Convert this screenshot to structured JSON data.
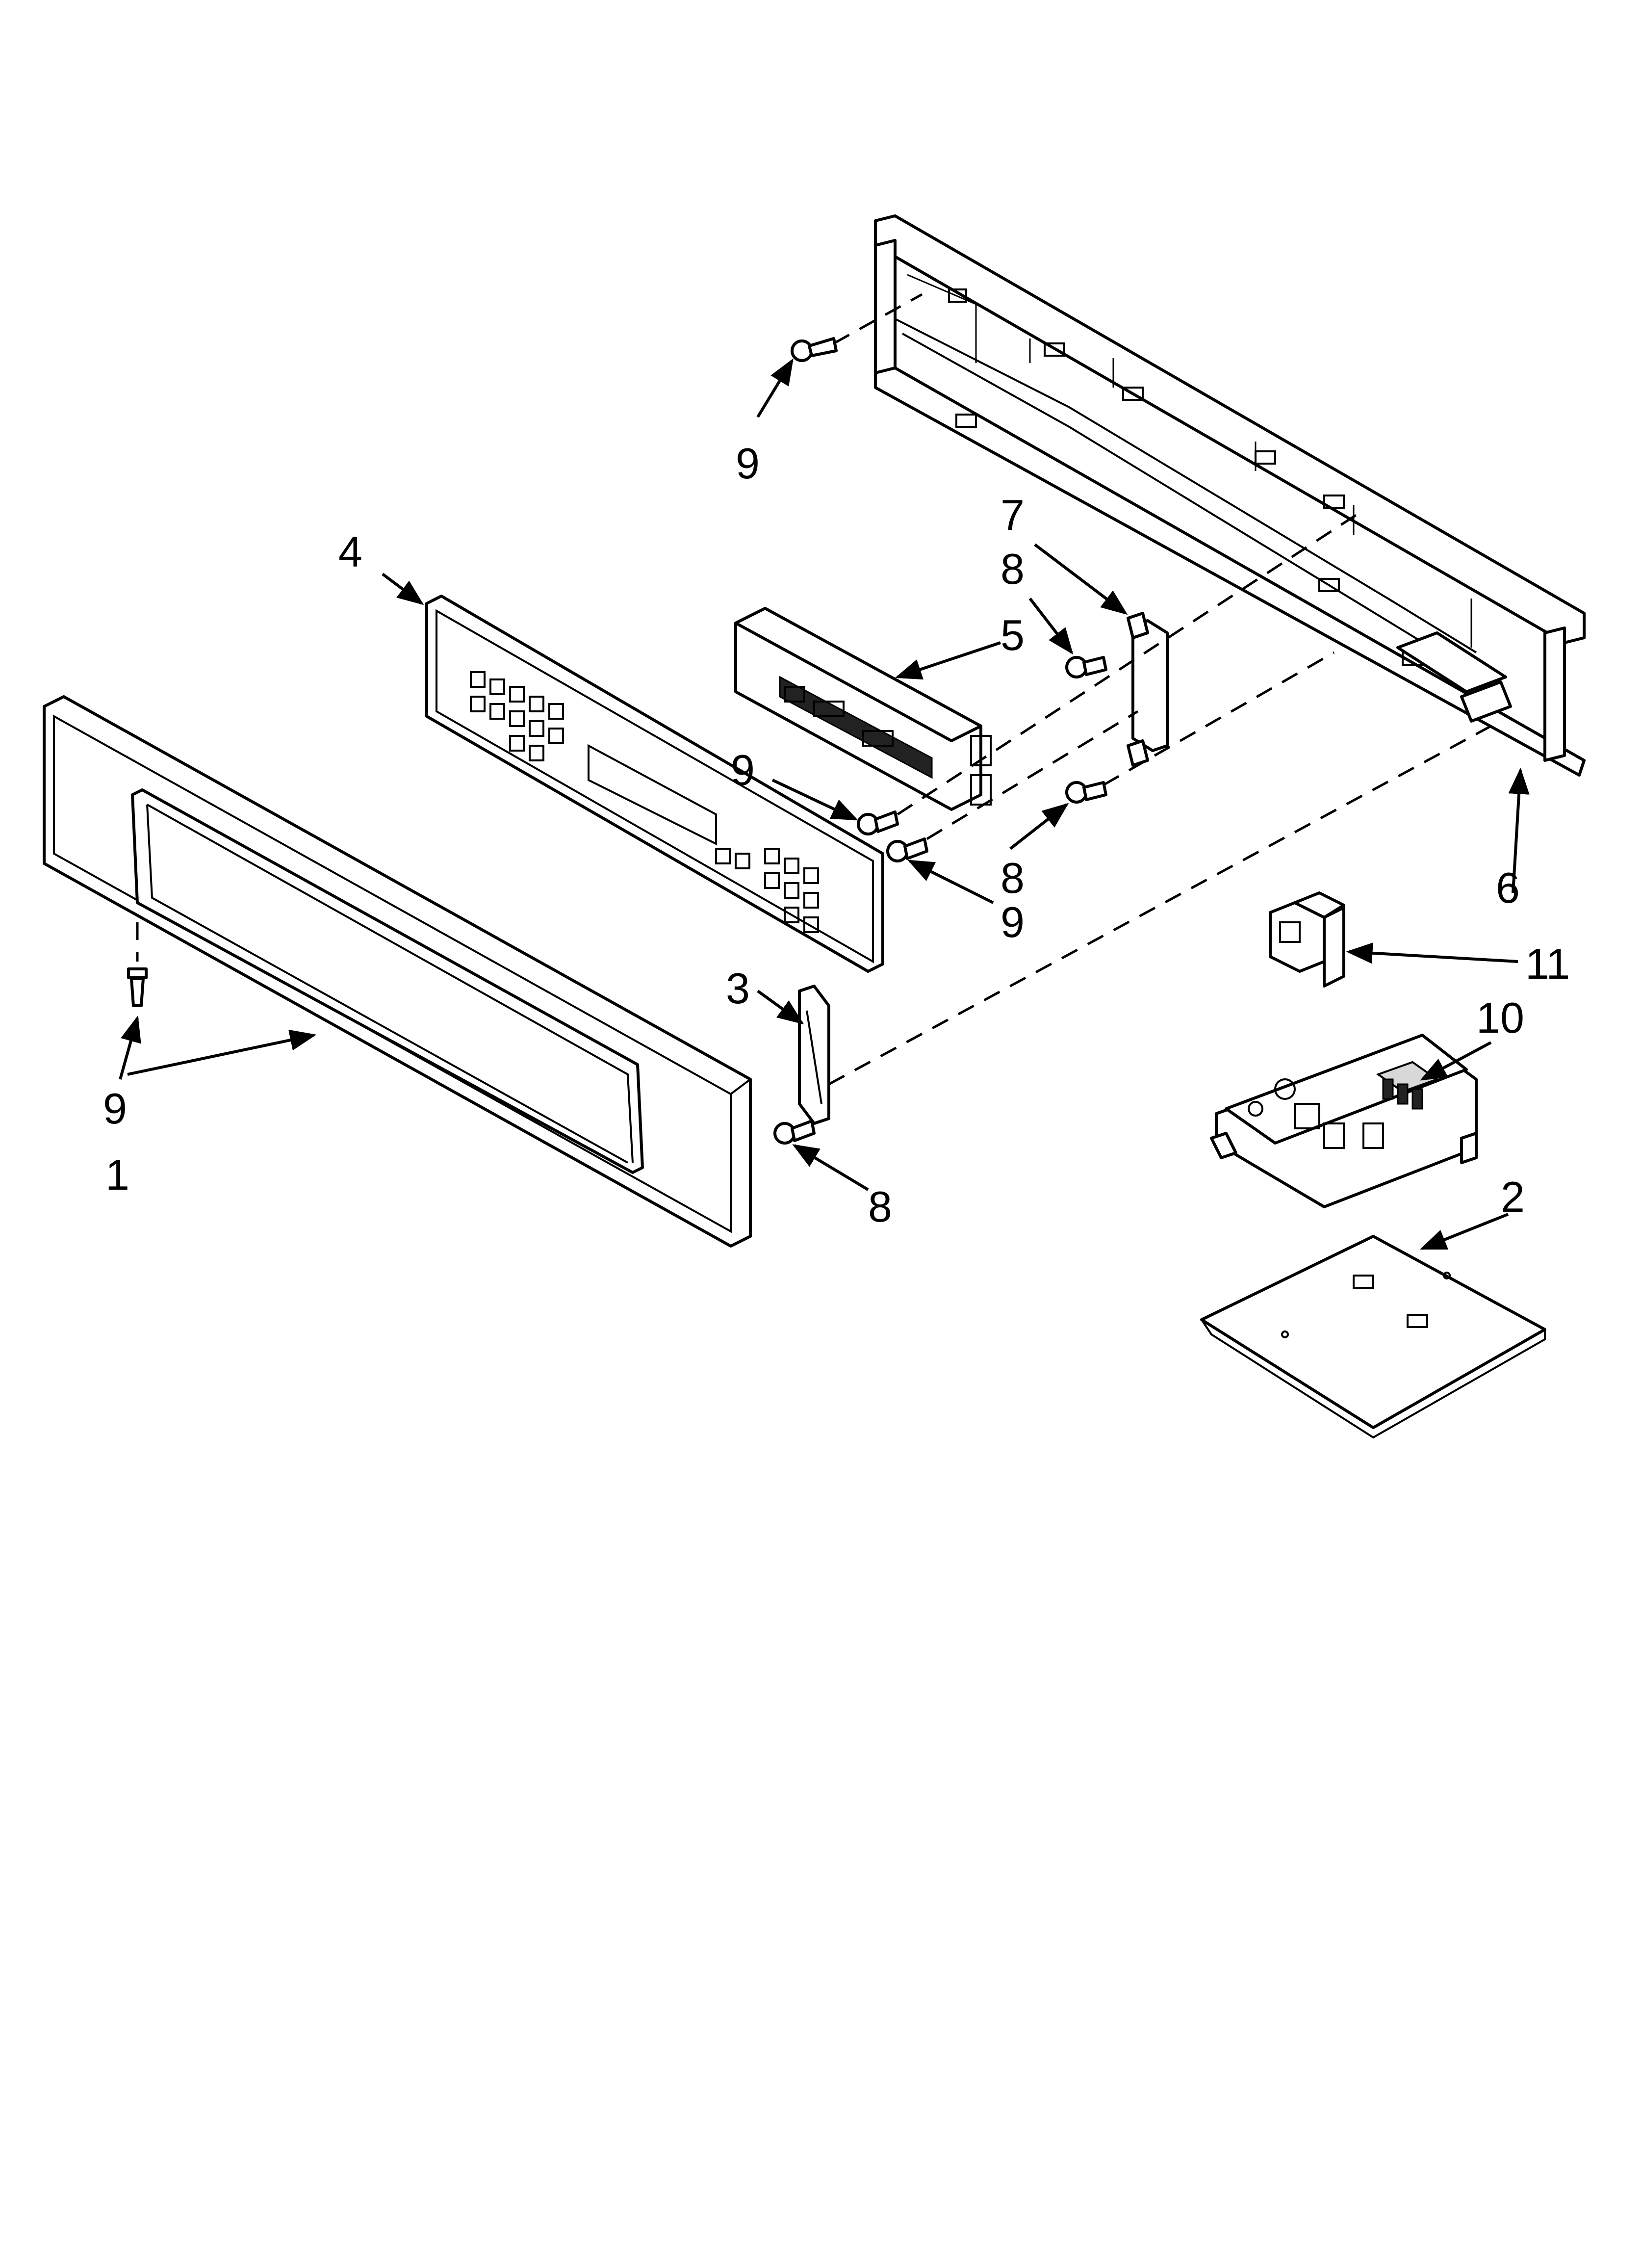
{
  "diagram": {
    "callouts": [
      {
        "id": "callout-1",
        "text": "1"
      },
      {
        "id": "callout-2",
        "text": "2"
      },
      {
        "id": "callout-3",
        "text": "3"
      },
      {
        "id": "callout-4",
        "text": "4"
      },
      {
        "id": "callout-5",
        "text": "5"
      },
      {
        "id": "callout-6",
        "text": "6"
      },
      {
        "id": "callout-7",
        "text": "7"
      },
      {
        "id": "callout-8a",
        "text": "8"
      },
      {
        "id": "callout-8b",
        "text": "8"
      },
      {
        "id": "callout-8c",
        "text": "8"
      },
      {
        "id": "callout-9a",
        "text": "9"
      },
      {
        "id": "callout-9b",
        "text": "9"
      },
      {
        "id": "callout-9c",
        "text": "9"
      },
      {
        "id": "callout-9d",
        "text": "9"
      },
      {
        "id": "callout-10",
        "text": "10"
      },
      {
        "id": "callout-11",
        "text": "11"
      }
    ]
  }
}
